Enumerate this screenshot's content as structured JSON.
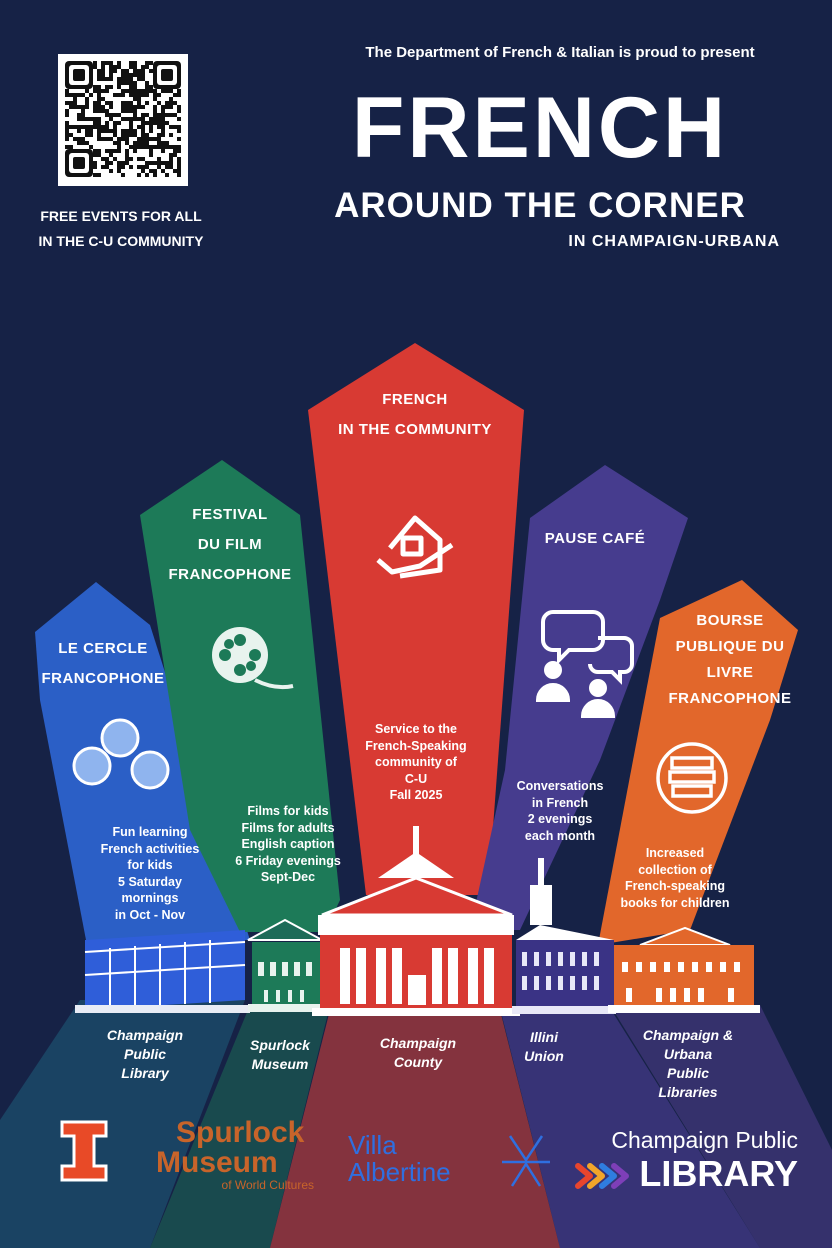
{
  "header": {
    "intro": "The Department of French & Italian is proud to present",
    "title": "FRENCH",
    "subtitle": "AROUND THE CORNER",
    "location": "IN CHAMPAIGN-URBANA",
    "free_line1": "FREE EVENTS FOR ALL",
    "free_line2": "IN THE C-U COMMUNITY"
  },
  "panels": [
    {
      "title": [
        "LE CERCLE",
        "FRANCOPHONE"
      ],
      "desc": [
        "Fun learning",
        "French activities",
        "for kids",
        "5 Saturday",
        "mornings",
        "in Oct - Nov"
      ],
      "color": "#2b5fc6",
      "icon": "children-faces-icon"
    },
    {
      "title": [
        "FESTIVAL",
        "DU FILM",
        "FRANCOPHONE"
      ],
      "desc": [
        "Films for kids",
        "Films for adults",
        "English caption",
        "6 Friday evenings",
        "Sept-Dec"
      ],
      "color": "#1d7a58",
      "icon": "film-reel-icon"
    },
    {
      "title": [
        "FRENCH",
        "IN THE COMMUNITY"
      ],
      "desc": [
        "Service to the",
        "French-Speaking",
        "community of",
        "C-U",
        "Fall 2025"
      ],
      "color": "#d83a33",
      "icon": "house-in-hand-icon"
    },
    {
      "title": [
        "PAUSE CAFÉ"
      ],
      "desc": [
        "Conversations",
        "in French",
        "2 evenings",
        "each month"
      ],
      "color": "#463c8e",
      "icon": "conversation-icon"
    },
    {
      "title": [
        "BOURSE",
        "PUBLIQUE DU",
        "LIVRE",
        "FRANCOPHONE"
      ],
      "desc": [
        "Increased",
        "collection of",
        "French-speaking",
        "books for children"
      ],
      "color": "#e2672b",
      "icon": "books-icon"
    }
  ],
  "venues": [
    [
      "Champaign",
      "Public",
      "Library"
    ],
    [
      "Spurlock",
      "Museum"
    ],
    [
      "Champaign",
      "County"
    ],
    [
      "Illini",
      "Union"
    ],
    [
      "Champaign &",
      "Urbana",
      "Public",
      "Libraries"
    ]
  ],
  "logos": {
    "illinois": "I",
    "spurlock_1": "Spurlock",
    "spurlock_2": "Museum",
    "spurlock_3": "of World Cultures",
    "villa_1": "Villa",
    "villa_2": "Albertine",
    "library_1": "Champaign Public",
    "library_2": "LIBRARY"
  },
  "colors": {
    "background": "#162246",
    "blue": "#2b5fc6",
    "green": "#1d7a58",
    "red": "#d83a33",
    "purple": "#463c8e",
    "orange": "#e2672b",
    "illinois_orange": "#e84a27",
    "spurlock_orange": "#c8642a",
    "villa_blue": "#2f6fe0"
  }
}
